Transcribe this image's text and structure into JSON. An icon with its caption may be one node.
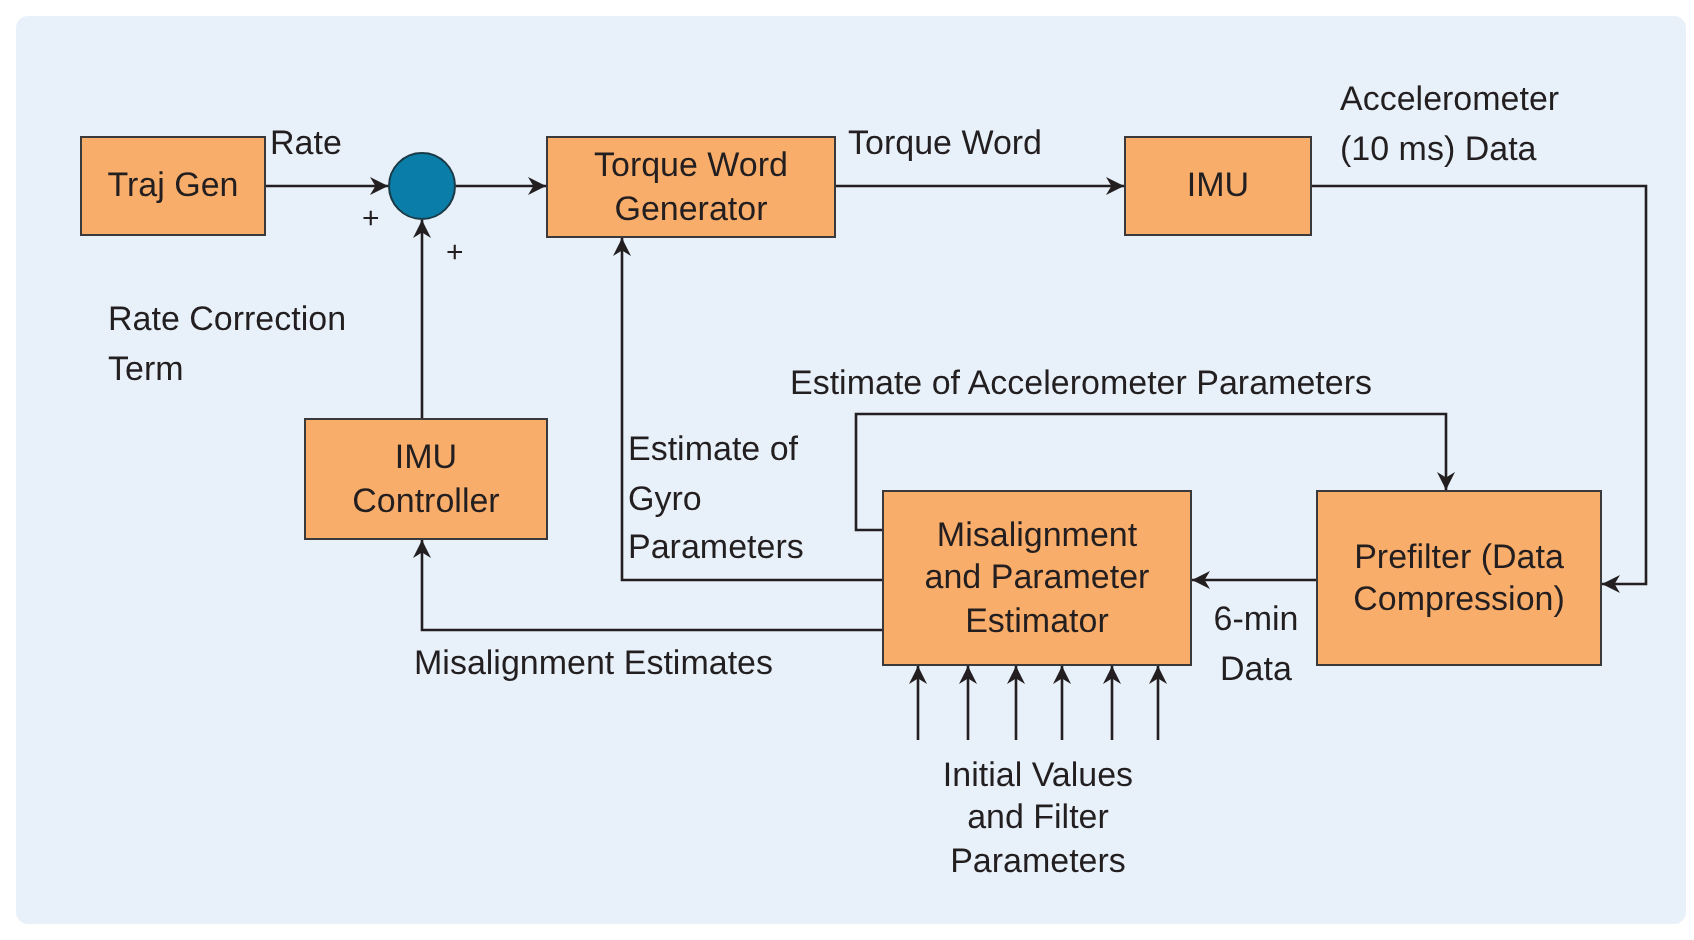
{
  "diagram": {
    "nodes": [
      {
        "text": [
          "Traj Gen"
        ]
      },
      {
        "text": [],
        "shape": "circle"
      },
      {
        "text": [
          "Torque Word Generator"
        ]
      },
      {
        "text": [
          "IMU"
        ]
      },
      {
        "text": [
          "IMU Controller"
        ]
      },
      {
        "text": [
          "Misalignment and Parameter Estimator"
        ]
      },
      {
        "text": [
          "Prefilter (Data Compression)"
        ]
      },
      {
        "text": [
          "Initial Values and Filter Parameters"
        ]
      }
    ],
    "edges": [
      {
        "from": 0,
        "to": 1,
        "arrow": "to",
        "label": "Rate"
      },
      {
        "from": 1,
        "to": 2,
        "arrow": "to"
      },
      {
        "from": 2,
        "to": 3,
        "arrow": "to",
        "label": "Torque Word"
      },
      {
        "from": 3,
        "to": 6,
        "arrow": "to",
        "label": "Accelerometer (10 ms) Data"
      },
      {
        "from": 6,
        "to": 5,
        "arrow": "to",
        "label": "6-min Data"
      },
      {
        "from": 5,
        "to": 2,
        "arrow": "to",
        "label": "Estimate of Gyro Parameters"
      },
      {
        "from": 5,
        "to": 6,
        "arrow": "to",
        "label": "Estimate of Accelerometer Parameters"
      },
      {
        "from": 5,
        "to": 4,
        "arrow": "to",
        "label": "Misalignment Estimates"
      },
      {
        "from": 4,
        "to": 1,
        "arrow": "to",
        "label": "Rate Correction Term"
      },
      {
        "from": 7,
        "to": 5,
        "arrow": "to"
      },
      {
        "from": 7,
        "to": 5,
        "arrow": "to"
      },
      {
        "from": 7,
        "to": 5,
        "arrow": "to"
      },
      {
        "from": 7,
        "to": 5,
        "arrow": "to"
      },
      {
        "from": 7,
        "to": 5,
        "arrow": "to"
      },
      {
        "from": 7,
        "to": 5,
        "arrow": "to"
      }
    ],
    "labels": [
      "+",
      "+"
    ]
  }
}
